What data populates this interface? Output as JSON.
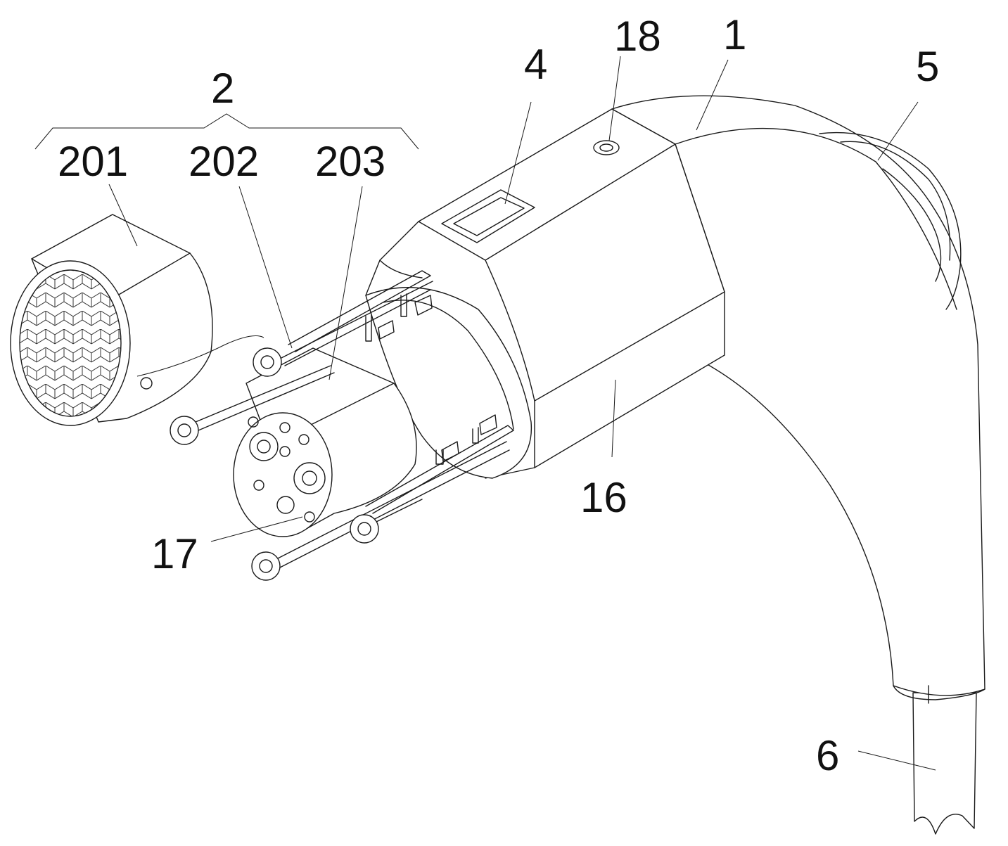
{
  "figure": {
    "labels": {
      "group": "2",
      "part_201": "201",
      "part_202": "202",
      "part_203": "203",
      "part_4": "4",
      "part_18": "18",
      "part_1": "1",
      "part_5": "5",
      "part_16": "16",
      "part_17": "17",
      "part_6": "6"
    }
  }
}
